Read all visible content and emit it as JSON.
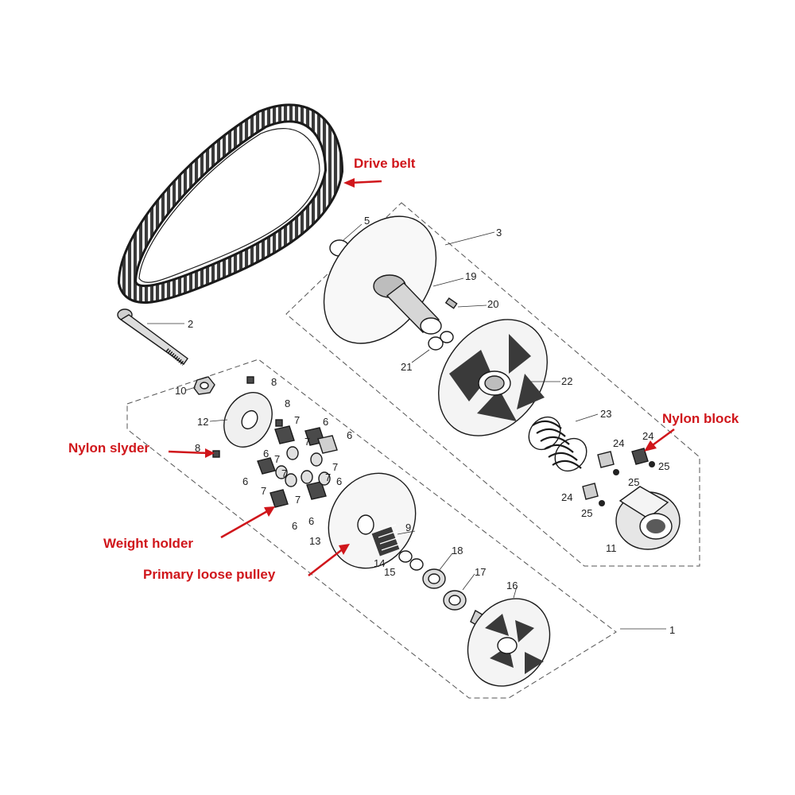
{
  "colors": {
    "callout": "#d0161b",
    "line": "#1a1a1a",
    "fill_light": "#ececec",
    "fill_mid": "#bdbdbd",
    "fill_dark": "#4a4a4a"
  },
  "callouts": {
    "drive_belt": "Drive belt",
    "nylon_block": "Nylon block",
    "nylon_slyder": "Nylon slyder",
    "weight_holder": "Weight holder",
    "primary_loose_pulley": "Primary loose pulley"
  },
  "labels": {
    "n1": "1",
    "n2": "2",
    "n3": "3",
    "n5": "5",
    "n8a": "8",
    "n8b": "8",
    "n8c": "8",
    "n9": "9",
    "n10": "10",
    "n11": "11",
    "n12": "12",
    "n13": "13",
    "n14": "14",
    "n15": "15",
    "n16": "16",
    "n17": "17",
    "n18": "18",
    "n19": "19",
    "n20": "20",
    "n21": "21",
    "n22": "22",
    "n23": "23",
    "n24a": "24",
    "n24b": "24",
    "n24c": "24",
    "n25a": "25",
    "n25b": "25",
    "n25c": "25",
    "n6a": "6",
    "n6b": "6",
    "n6c": "6",
    "n6d": "6",
    "n6e": "6",
    "n6f": "6",
    "n6g": "6",
    "n7a": "7",
    "n7b": "7",
    "n7c": "7",
    "n7d": "7",
    "n7e": "7",
    "n7f": "7",
    "n7g": "7",
    "n7h": "7"
  }
}
